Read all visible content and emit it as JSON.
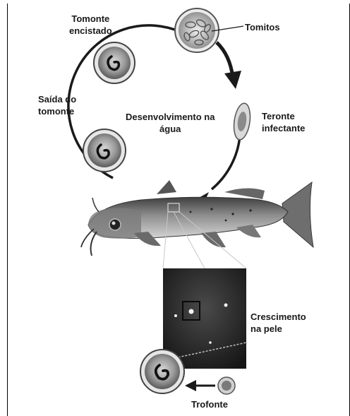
{
  "labels": {
    "tomonte_encistado": [
      "Tomonte",
      "encistado"
    ],
    "tomitos": "Tomitos",
    "teronte_infectante": [
      "Teronte",
      "infectante"
    ],
    "saida_do_tomonte": [
      "Saída do",
      "tomonte"
    ],
    "desenvolvimento": [
      "Desenvolvimento na",
      "água"
    ],
    "crescimento": [
      "Crescimento",
      "na pele"
    ],
    "trofonte": "Trofonte"
  },
  "colors": {
    "arrow": "#1a1a1a",
    "cycle_line": "#1a1a1a",
    "fish_body": "#8a8a8a",
    "skin_inset": "#2b2b2b"
  },
  "icons": [
    "tomont-cyst-icon",
    "tomites-icon",
    "theront-icon",
    "tomont-exit-icon",
    "fish-illustration",
    "trophont-icon",
    "small-trophont-icon"
  ]
}
